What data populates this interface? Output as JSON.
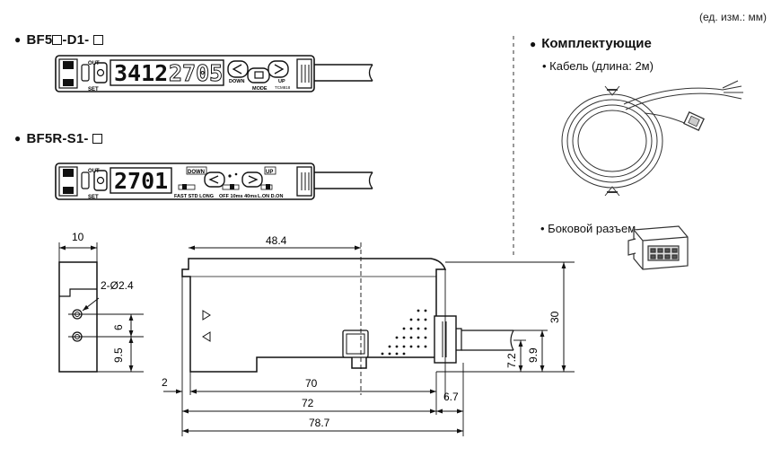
{
  "unit_note": "(ед. изм.: мм)",
  "models": [
    {
      "bullet": "●",
      "prefix": "BF5",
      "mid": "-D1-"
    },
    {
      "bullet": "●",
      "prefix": "BF5R-S1-",
      "mid": ""
    }
  ],
  "device1": {
    "out_label": "OUT",
    "set_label": "SET",
    "display_main": "3412",
    "display_sub": "2705",
    "down_label": "DOWN",
    "mode_label": "MODE",
    "up_label": "UP",
    "small_label": "TCM818"
  },
  "device2": {
    "out_label": "OUT",
    "set_label": "SET",
    "display_main": "2701",
    "down_label": "DOWN",
    "up_label": "UP",
    "sw1_label": "FAST STD LONG",
    "sw2_label": "OFF 10ms 40ms",
    "sw3_label": "L.ON D.ON"
  },
  "accessories": {
    "title": "Комплектующие",
    "cable": "Кабель (длина: 2м)",
    "connector": "Боковой разъем"
  },
  "dims": {
    "side_width": "10",
    "holes": "2-Ø2.4",
    "hole_pitch": "6",
    "hole_bottom": "9.5",
    "top_length": "48.4",
    "height": "30",
    "cable_h1": "9.9",
    "cable_h2": "7.2",
    "left_offset": "2",
    "len70": "70",
    "len72": "72",
    "len787": "78.7",
    "len67": "6.7"
  }
}
